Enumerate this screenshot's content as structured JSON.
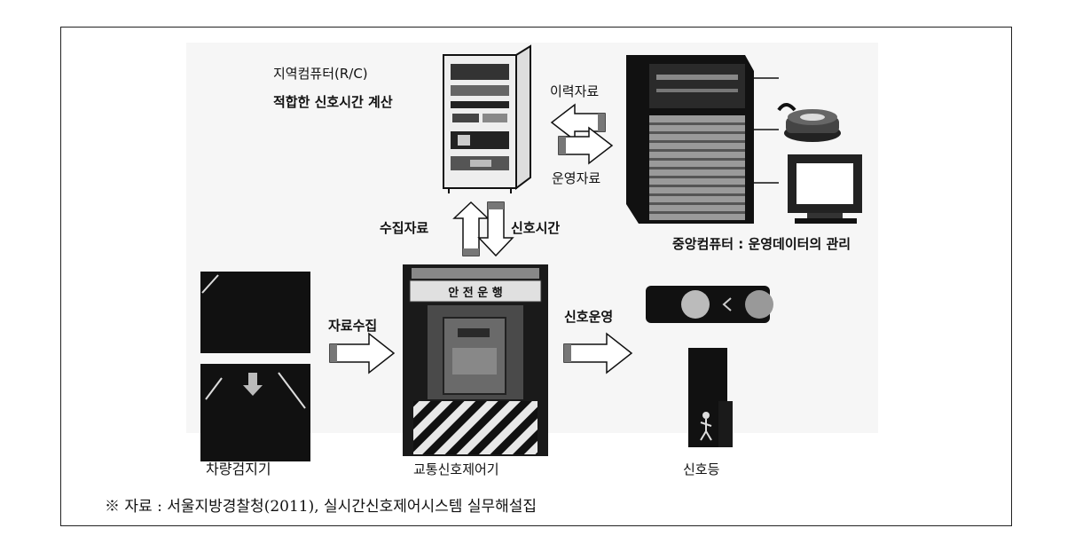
{
  "diagram": {
    "regional_computer": {
      "title": "지역컴퓨터(R/C)",
      "subtitle": "적합한 신호시간 계산"
    },
    "central_computer": {
      "label": "중앙컴퓨터 : 운영데이터의 관리"
    },
    "arrows": {
      "history_data": "이력자료",
      "operation_data": "운영자료",
      "collected_data": "수집자료",
      "signal_time": "신호시간",
      "data_collection": "자료수집",
      "signal_operation": "신호운영"
    },
    "controller_sign": "안 전 운 행",
    "labels": {
      "vehicle_detector": "차량검지기",
      "traffic_controller": "교통신호제어기",
      "signal_lamp": "신호등"
    }
  },
  "caption": "※ 자료 : 서울지방경찰청(2011), 실시간신호제어시스템 실무해설집"
}
